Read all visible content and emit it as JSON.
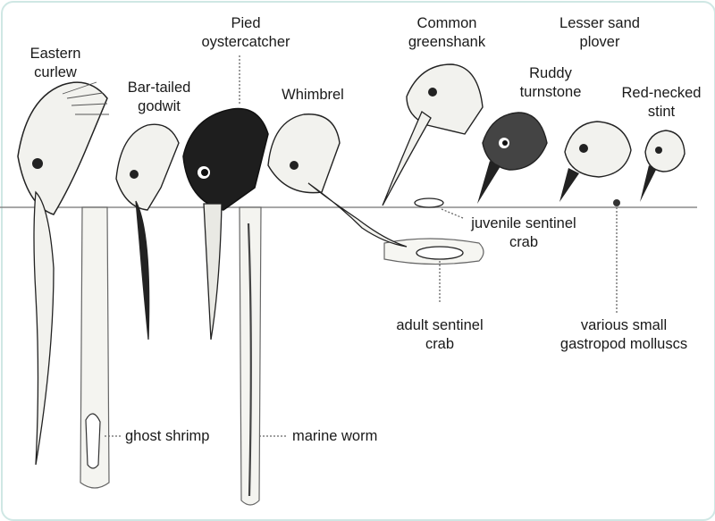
{
  "birds": {
    "eastern_curlew": "Eastern\ncurlew",
    "bar_tailed_godwit": "Bar-tailed\ngodwit",
    "pied_oystercatcher": "Pied\noystercatcher",
    "whimbrel": "Whimbrel",
    "common_greenshank": "Common\ngreenshank",
    "ruddy_turnstone": "Ruddy\nturnstone",
    "lesser_sand_plover": "Lesser sand\nplover",
    "red_necked_stint": "Red-necked\nstint"
  },
  "prey": {
    "ghost_shrimp": "ghost shrimp",
    "marine_worm": "marine worm",
    "juvenile_sentinel_crab": "juvenile sentinel\ncrab",
    "adult_sentinel_crab": "adult sentinel\ncrab",
    "gastropods": "various small\ngastropod molluscs"
  },
  "colors": {
    "frame_border": "#cfe7e4",
    "ink": "#1a1a1a",
    "ground_line": "#8a8a8a"
  }
}
